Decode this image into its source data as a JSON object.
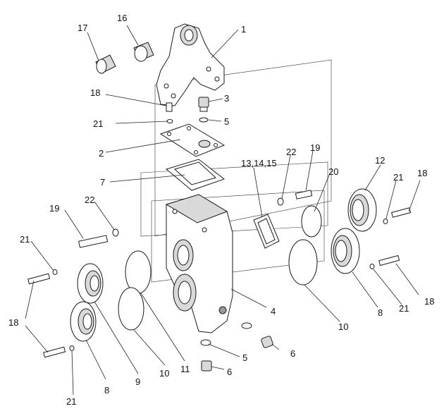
{
  "diagram": {
    "labels": [
      {
        "id": "1",
        "text": "1"
      },
      {
        "id": "2",
        "text": "2"
      },
      {
        "id": "3",
        "text": "3"
      },
      {
        "id": "4",
        "text": "4"
      },
      {
        "id": "5a",
        "text": "5"
      },
      {
        "id": "5b",
        "text": "5"
      },
      {
        "id": "6a",
        "text": "6"
      },
      {
        "id": "6b",
        "text": "6"
      },
      {
        "id": "7",
        "text": "7"
      },
      {
        "id": "8a",
        "text": "8"
      },
      {
        "id": "8b",
        "text": "8"
      },
      {
        "id": "9",
        "text": "9"
      },
      {
        "id": "10a",
        "text": "10"
      },
      {
        "id": "10b",
        "text": "10"
      },
      {
        "id": "11",
        "text": "11"
      },
      {
        "id": "12",
        "text": "12"
      },
      {
        "id": "131415",
        "text": "13,14,15"
      },
      {
        "id": "16",
        "text": "16"
      },
      {
        "id": "17",
        "text": "17"
      },
      {
        "id": "18a",
        "text": "18"
      },
      {
        "id": "18b",
        "text": "18"
      },
      {
        "id": "18c",
        "text": "18"
      },
      {
        "id": "18d",
        "text": "18"
      },
      {
        "id": "19a",
        "text": "19"
      },
      {
        "id": "19b",
        "text": "19"
      },
      {
        "id": "20",
        "text": "20"
      },
      {
        "id": "21a",
        "text": "21"
      },
      {
        "id": "21b",
        "text": "21"
      },
      {
        "id": "21c",
        "text": "21"
      },
      {
        "id": "21d",
        "text": "21"
      },
      {
        "id": "21e",
        "text": "21"
      },
      {
        "id": "22a",
        "text": "22"
      },
      {
        "id": "22b",
        "text": "22"
      }
    ]
  }
}
